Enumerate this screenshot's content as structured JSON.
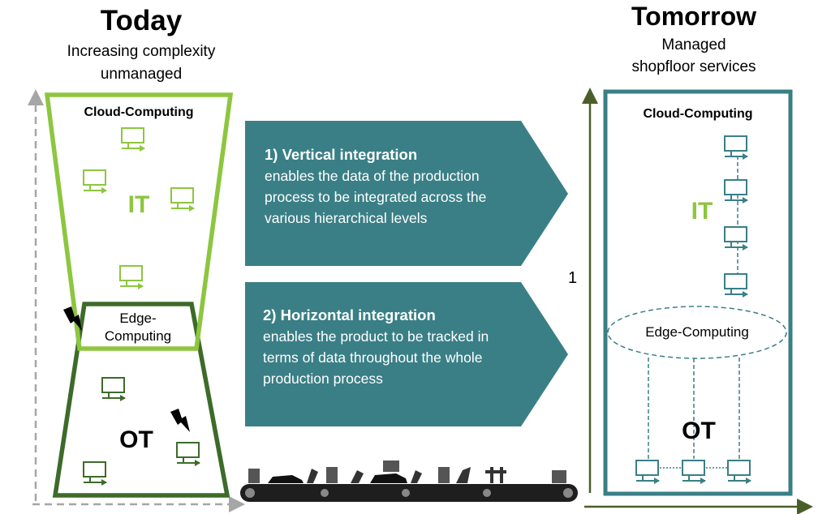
{
  "today": {
    "title": "Today",
    "subtitle_line1": "Increasing complexity",
    "subtitle_line2": "unmanaged",
    "cloud_label": "Cloud-Computing",
    "it_label": "IT",
    "edge_label_line1": "Edge-",
    "edge_label_line2": "Computing",
    "ot_label": "OT"
  },
  "tomorrow": {
    "title": "Tomorrow",
    "subtitle_line1": "Managed",
    "subtitle_line2": "shopfloor services",
    "cloud_label": "Cloud-Computing",
    "it_label": "IT",
    "edge_label": "Edge-Computing",
    "ot_label": "OT",
    "axis_value": "1"
  },
  "vertical_integration": {
    "heading": "1) Vertical integration",
    "lines": [
      "enables the data of the production",
      "process to be integrated across the",
      "various hierarchical levels"
    ]
  },
  "horizontal_integration": {
    "heading": "2) Horizontal integration",
    "lines": [
      "enables the product to be tracked in",
      "terms of data throughout the whole",
      "production process"
    ]
  },
  "colors": {
    "it_green": "#8dc63f",
    "ot_green": "#3d6b2a",
    "teal": "#3a7f86",
    "dark_olive": "#4a5e2a",
    "gray": "#a6a6a6"
  }
}
